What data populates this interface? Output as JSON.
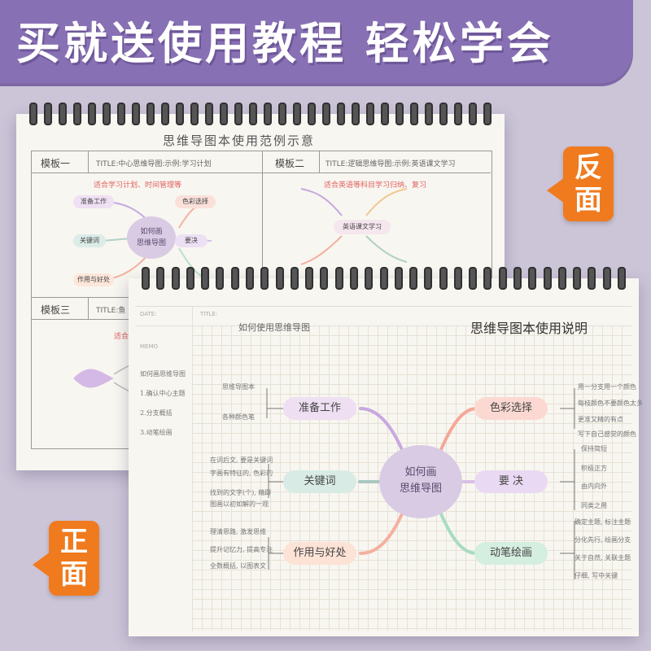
{
  "banner": {
    "title": "买就送使用教程 轻松学会"
  },
  "badges": {
    "back": "反面",
    "front": "正面"
  },
  "back_sheet": {
    "title": "思维导图本使用范例示意",
    "templates": [
      {
        "name": "模板一",
        "title": "TITLE:中心思维导图:示例:学习计划",
        "tip": "适合学习计划、时间管理等"
      },
      {
        "name": "模板二",
        "title": "TITLE:逻辑思维导图:示例:英语课文学习",
        "tip": "适合英语等科目学习归纳、复习"
      },
      {
        "name": "模板三",
        "title": "TITLE:鱼",
        "tip": "适合项目"
      }
    ],
    "mini_center": [
      "如何画",
      "思维导图"
    ],
    "mini_nodes": [
      "准备工作",
      "色彩选择",
      "关键词",
      "要决",
      "作用与好处"
    ],
    "mini_center2": "英语课文学习"
  },
  "front_sheet": {
    "date_label": "DATE:",
    "title_label": "TITLE:",
    "memo_label": "MEMO",
    "handwritten_title": "如何使用思维导图",
    "heading": "思维导图本使用说明",
    "memo_lines": [
      "如何画思维导图",
      "1.确认中心主题",
      "2.分支概括",
      "3.动笔绘画"
    ],
    "center": [
      "如何画",
      "思维导图"
    ],
    "nodes": {
      "prep": "准备工作",
      "color": "色彩选择",
      "keyword": "关键词",
      "tips": "要 决",
      "benefit": "作用与好处",
      "draw": "动笔绘画"
    },
    "notes": {
      "prep": [
        "思维导图本",
        "各种颜色笔"
      ],
      "color": [
        "用一分支用一个颜色",
        "每枝颜色不要颜色太多",
        "更准又精的有点",
        "写下自己感觉的颜色"
      ],
      "keyword": [
        "在词后文, 要是关键词",
        "字画有特征的, 色彩的",
        "找到的文字(个), 精辟",
        "图画以初如解的一观"
      ],
      "tips": [
        "保持简短",
        "积极正方",
        "由内向外",
        "同类之用"
      ],
      "benefit": [
        "理清思路, 激发思维",
        "提升记忆力, 提高专注",
        "全数概括, 以图表文"
      ],
      "draw": [
        "确定主题, 标注主题",
        "分化先行, 绘画分支",
        "关于自然, 关联主题",
        "仔细, 写中关键"
      ]
    }
  },
  "colors": {
    "banner": "#8870b4",
    "badge": "#f07a1e",
    "center": "#d9cbe4"
  }
}
